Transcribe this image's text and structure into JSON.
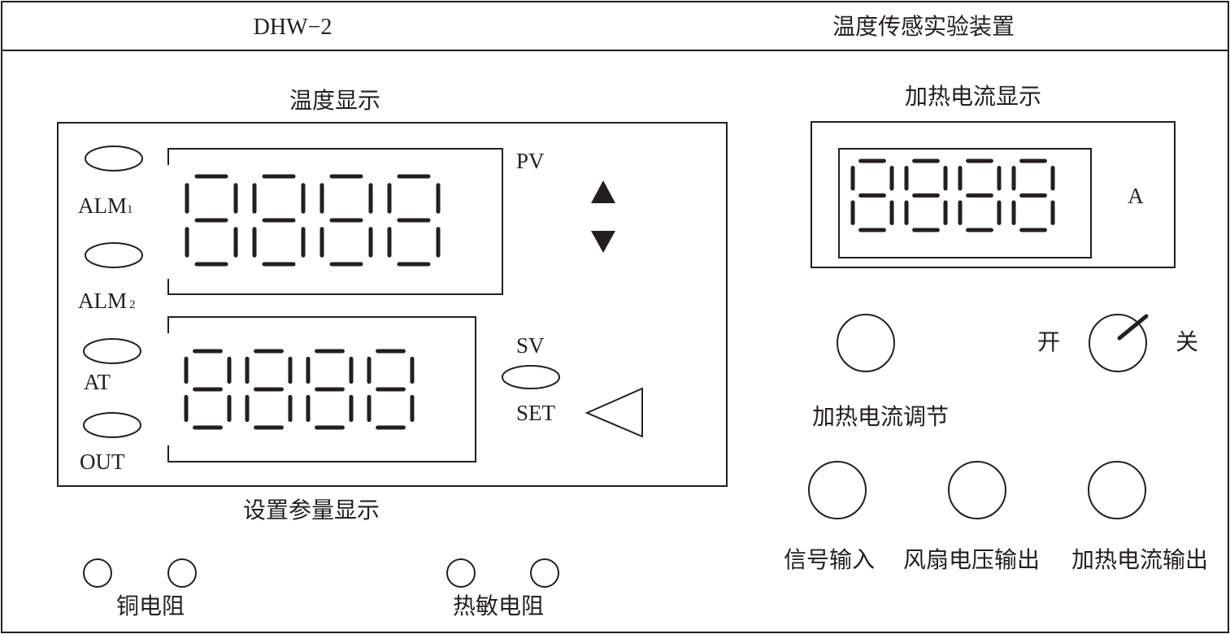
{
  "header": {
    "model": "DHW−2",
    "title": "温度传感实验装置"
  },
  "temperature_panel": {
    "title": "温度显示",
    "bottom_label": "设置参量显示",
    "indicators": [
      {
        "label": "ALM",
        "sub": "1"
      },
      {
        "label": "ALM",
        "sub": "2"
      },
      {
        "label": "AT",
        "sub": ""
      },
      {
        "label": "OUT",
        "sub": ""
      }
    ],
    "pv_label": "PV",
    "sv_label": "SV",
    "set_label": "SET",
    "pv_digits": "8888",
    "sv_digits": "8888"
  },
  "current_panel": {
    "title": "加热电流显示",
    "unit": "A",
    "digits": "8888"
  },
  "controls": {
    "current_adjust_label": "加热电流调节",
    "switch_on": "开",
    "switch_off": "关",
    "outputs": [
      "信号输入",
      "风扇电压输出",
      "加热电流输出"
    ]
  },
  "sensors": {
    "copper": "铜电阻",
    "thermistor": "热敏电阻"
  }
}
